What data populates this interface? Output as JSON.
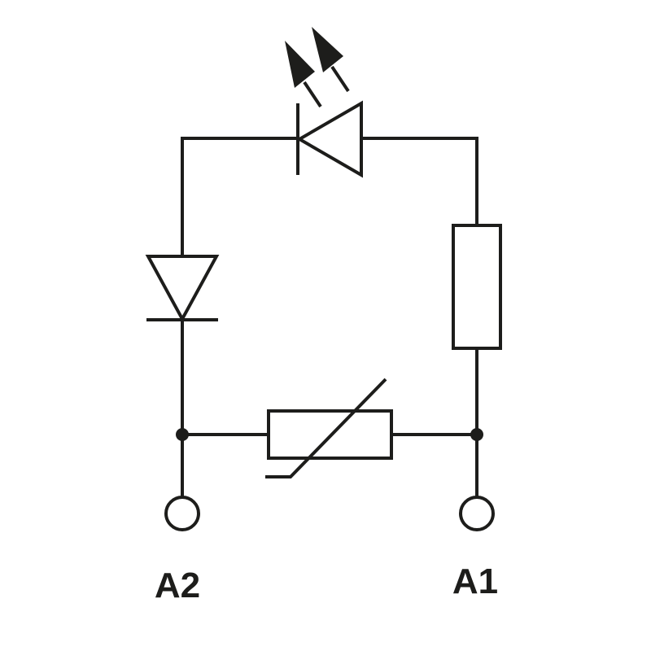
{
  "diagram": {
    "terminals": {
      "left": {
        "label": "A2"
      },
      "right": {
        "label": "A1"
      }
    },
    "components": [
      "led",
      "diode",
      "resistor",
      "varistor"
    ],
    "colors": {
      "line": "#1d1d1b",
      "background": "#ffffff"
    }
  }
}
